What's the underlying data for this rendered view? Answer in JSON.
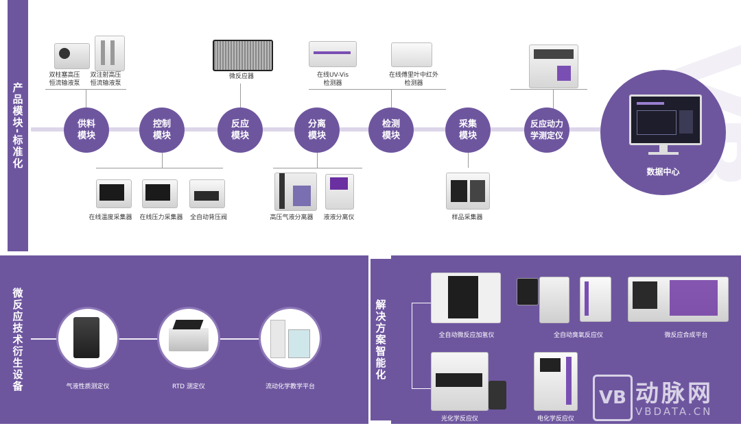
{
  "sections": {
    "product": "产品模块-标准化",
    "derivative": "微反应技术衍生设备",
    "solutions": "解决方案智能化"
  },
  "nodes": [
    {
      "label": "供料\n模块"
    },
    {
      "label": "控制\n模块"
    },
    {
      "label": "反应\n模块"
    },
    {
      "label": "分离\n模块"
    },
    {
      "label": "检测\n模块"
    },
    {
      "label": "采集\n模块"
    },
    {
      "label": "反应动力\n学测定仪"
    }
  ],
  "data_center": "数据中心",
  "top_products": [
    "双柱塞高压\n恒流输液泵",
    "双注射高压\n恒流输液泵",
    "微反应器",
    "在线UV-Vis\n检测器",
    "在线傅里叶中红外\n检测器"
  ],
  "bottom_products": [
    "在线温度采集器",
    "在线压力采集器",
    "全自动背压阀",
    "高压气液分离器",
    "液液分离仪",
    "样品采集器"
  ],
  "derivative_devices": [
    "气液性质测定仪",
    "RTD 测定仪",
    "流动化学教学平台"
  ],
  "solution_devices": [
    "全自动微反应加氢仪",
    "全自动臭氧反应仪",
    "微反应合成平台",
    "光化学反应仪",
    "电化学反应仪"
  ],
  "watermark": {
    "text": "动脉网",
    "sub": "VBDATA.CN",
    "logo": "VB"
  },
  "colors": {
    "primary": "#6e569f",
    "light": "#ddd6ea"
  }
}
